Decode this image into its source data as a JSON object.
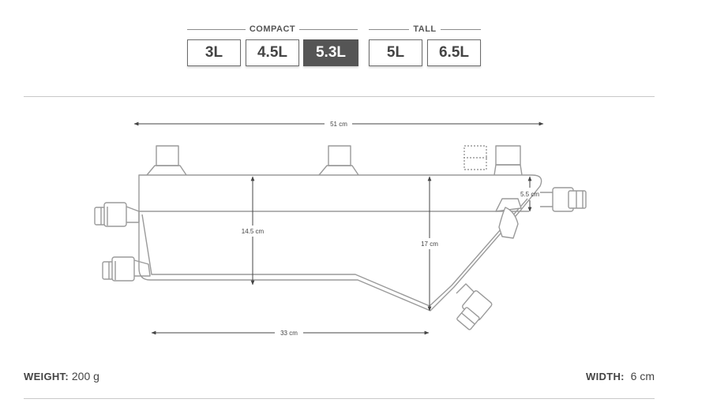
{
  "size_selector": {
    "groups": [
      {
        "label": "COMPACT"
      },
      {
        "label": "TALL"
      }
    ],
    "options": [
      {
        "label": "3L",
        "selected": false
      },
      {
        "label": "4.5L",
        "selected": false
      },
      {
        "label": "5.3L",
        "selected": true
      },
      {
        "label": "5L",
        "selected": false
      },
      {
        "label": "6.5L",
        "selected": false
      }
    ],
    "selected_color": "#555555"
  },
  "diagram": {
    "dimensions": {
      "total_length": "51 cm",
      "rear_height": "14.5 cm",
      "mid_height": "17 cm",
      "front_height": "5.5 cm",
      "bottom_length": "33 cm"
    }
  },
  "specs": {
    "weight": {
      "label": "WEIGHT:",
      "value": "200 g"
    },
    "width": {
      "label": "WIDTH:",
      "value": "6 cm"
    }
  }
}
